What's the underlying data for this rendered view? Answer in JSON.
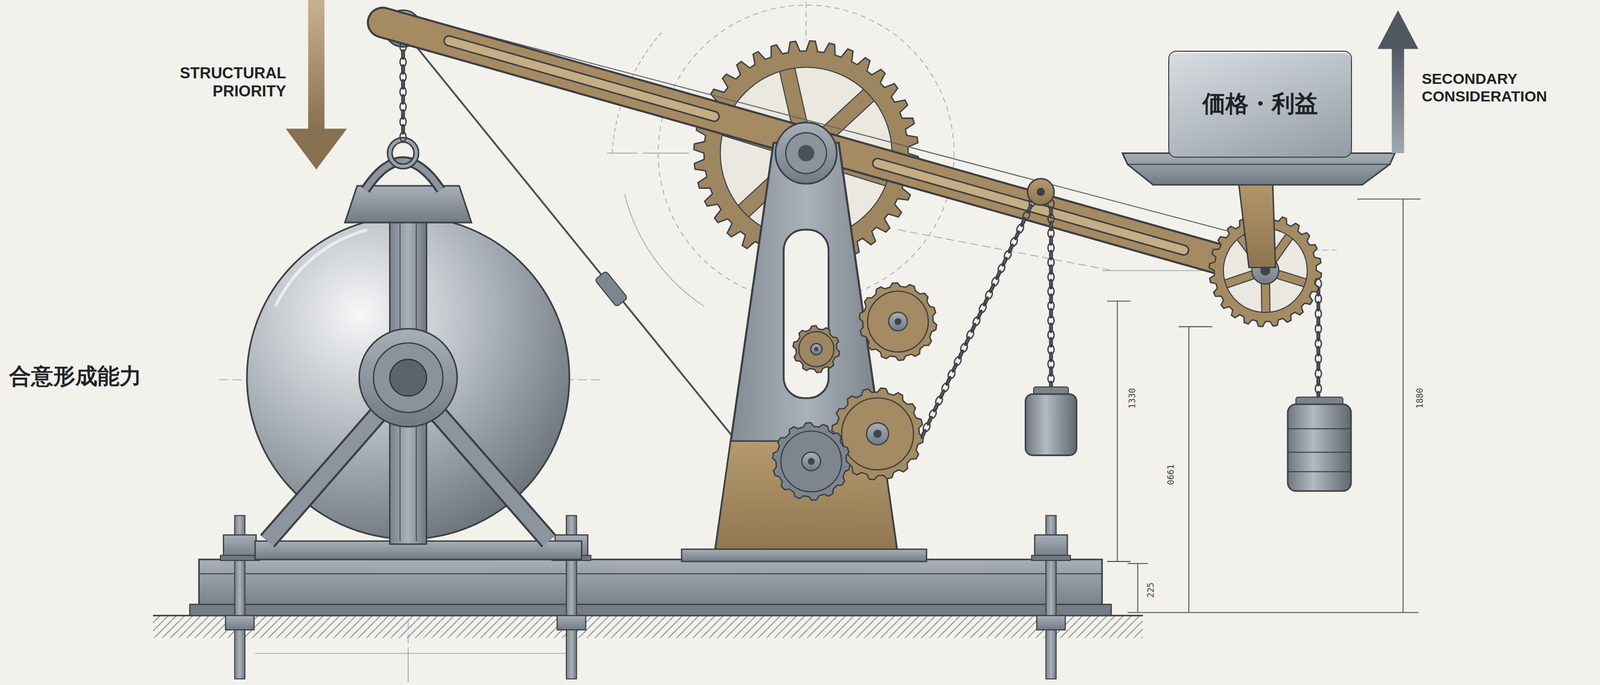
{
  "diagram": {
    "nodes": [
      {
        "text": [
          "価格・利益"
        ]
      }
    ],
    "labels": [
      "STRUCTURAL PRIORITY",
      "SECONDARY CONSIDERATION",
      "合意形成能力",
      "1330",
      "0661",
      "1880",
      "225"
    ]
  }
}
